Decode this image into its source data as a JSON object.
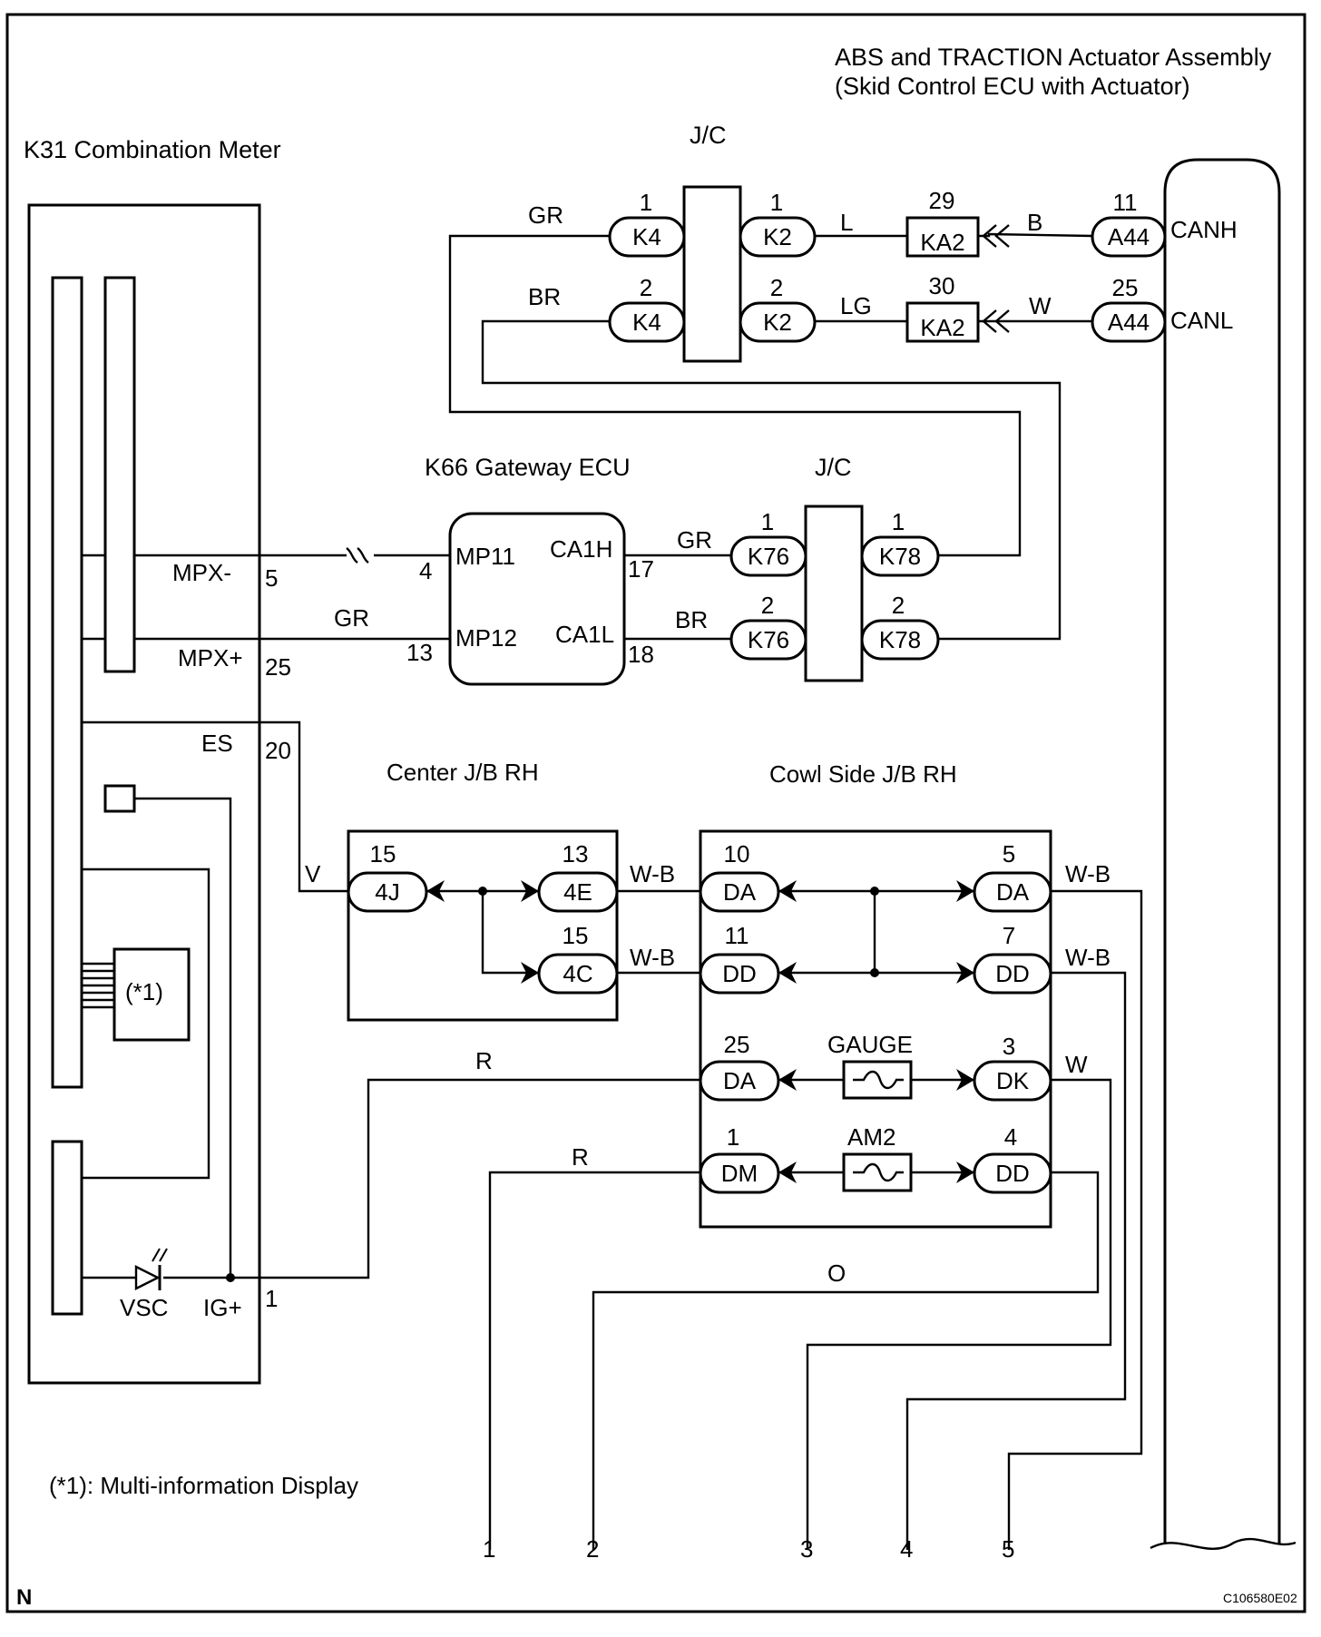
{
  "components": {
    "abs_title_1": "ABS and TRACTION Actuator Assembly",
    "abs_title_2": "(Skid Control ECU with Actuator)",
    "combination_meter": "K31 Combination Meter",
    "gateway_ecu": "K66 Gateway ECU",
    "jc_top": "J/C",
    "jc_mid": "J/C",
    "center_jb": "Center J/B RH",
    "cowl_jb": "Cowl Side J/B RH",
    "mid_label": "(*1)",
    "footnote": "(*1): Multi-information Display",
    "corner_mark": "N",
    "drawing_code": "C106580E02"
  },
  "pins": {
    "canh": "CANH",
    "canl": "CANL",
    "mpx_minus": "MPX-",
    "mpx_plus": "MPX+",
    "es": "ES",
    "vsc": "VSC",
    "igp": "IG+",
    "mp11": "MP11",
    "mp12": "MP12",
    "ca1h": "CA1H",
    "ca1l": "CA1L",
    "n5": "5",
    "n25": "25",
    "n20": "20",
    "n1": "1",
    "n4": "4",
    "n13": "13",
    "n17": "17",
    "n18": "18"
  },
  "fuses": {
    "gauge": "GAUGE",
    "am2": "AM2"
  },
  "wire_colors": {
    "gr1": "GR",
    "br1": "BR",
    "l": "L",
    "lg": "LG",
    "b": "B",
    "w1": "W",
    "gr2": "GR",
    "br2": "BR",
    "gr3": "GR",
    "v": "V",
    "wb1": "W-B",
    "wb2": "W-B",
    "wb3": "W-B",
    "wb4": "W-B",
    "w2": "W",
    "r1": "R",
    "r2": "R",
    "o": "O"
  },
  "connectors": [
    {
      "id": "K4",
      "pin": "1"
    },
    {
      "id": "K4",
      "pin": "2"
    },
    {
      "id": "K2",
      "pin": "1"
    },
    {
      "id": "K2",
      "pin": "2"
    },
    {
      "id": "KA2",
      "pin": "29"
    },
    {
      "id": "KA2",
      "pin": "30"
    },
    {
      "id": "A44",
      "pin": "11"
    },
    {
      "id": "A44",
      "pin": "25"
    },
    {
      "id": "K76",
      "pin": "1"
    },
    {
      "id": "K76",
      "pin": "2"
    },
    {
      "id": "K78",
      "pin": "1"
    },
    {
      "id": "K78",
      "pin": "2"
    },
    {
      "id": "4J",
      "pin": "15"
    },
    {
      "id": "4E",
      "pin": "13"
    },
    {
      "id": "4C",
      "pin": "15"
    },
    {
      "id": "DA",
      "pin": "10"
    },
    {
      "id": "DA",
      "pin": "5"
    },
    {
      "id": "DD",
      "pin": "11"
    },
    {
      "id": "DD",
      "pin": "7"
    },
    {
      "id": "DA",
      "pin": "25"
    },
    {
      "id": "DK",
      "pin": "3"
    },
    {
      "id": "DM",
      "pin": "1"
    },
    {
      "id": "DD",
      "pin": "4"
    }
  ],
  "outputs": [
    "1",
    "2",
    "3",
    "4",
    "5"
  ]
}
